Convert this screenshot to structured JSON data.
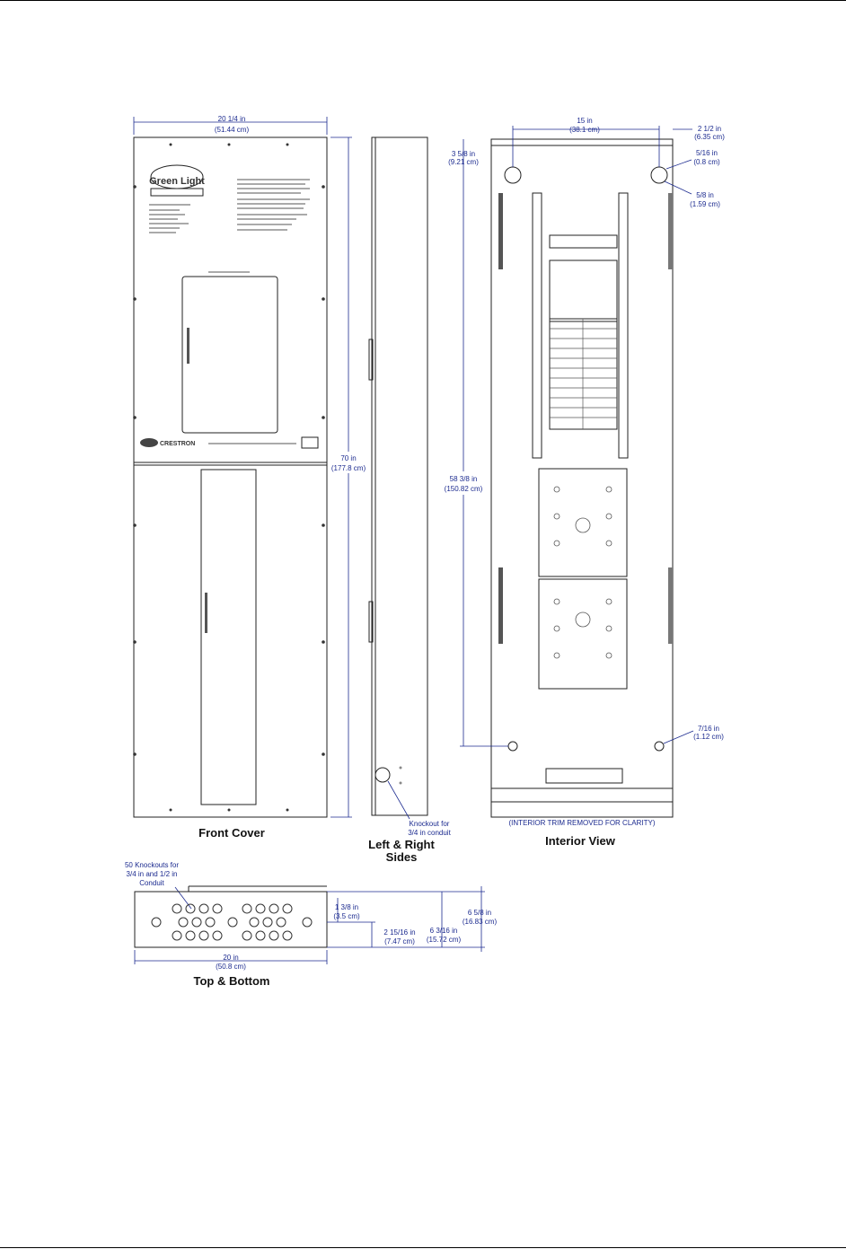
{
  "views": {
    "front_cover": {
      "caption": "Front Cover",
      "width": [
        "20 1/4 in",
        "(51.44 cm)"
      ],
      "height": [
        "70 in",
        "(177.8 cm)"
      ]
    },
    "sides": {
      "caption": [
        "Left & Right",
        "Sides"
      ],
      "knockout_note": [
        "Knockout for",
        "3/4 in conduit"
      ]
    },
    "interior": {
      "caption": "Interior View",
      "note": "(INTERIOR TRIM REMOVED FOR CLARITY)",
      "dim_top": [
        "15 in",
        "(38.1 cm)"
      ],
      "dim_right_top": [
        "2 1/2 in",
        "(6.35 cm)"
      ],
      "dim_left_top": [
        "3 5/8 in",
        "(9.21 cm)"
      ],
      "dim_hole": [
        "5/16 in",
        "(0.8 cm)"
      ],
      "dim_hole2": [
        "5/8 in",
        "(1.59 cm)"
      ],
      "dim_height": [
        "58 3/8 in",
        "(150.82 cm)"
      ],
      "dim_bottom": [
        "7/16 in",
        "(1.12 cm)"
      ]
    },
    "top_bottom": {
      "caption": "Top & Bottom",
      "knockouts_note": [
        "50 Knockouts for",
        "3/4 in and 1/2 in",
        "Conduit"
      ],
      "width": [
        "20 in",
        "(50.8 cm)"
      ],
      "d1": [
        "1 3/8 in",
        "(3.5 cm)"
      ],
      "d2": [
        "2 15/16 in",
        "(7.47 cm)"
      ],
      "d3": [
        "6 3/16 in",
        "(15.72 cm)"
      ],
      "d4": [
        "6 5/8 in",
        "(16.83 cm)"
      ]
    }
  }
}
